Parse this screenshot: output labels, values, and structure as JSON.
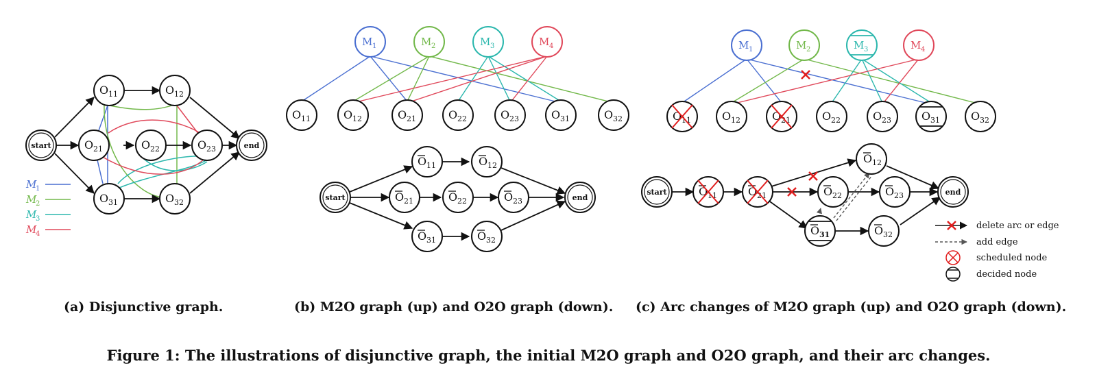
{
  "colors": {
    "m1": "#4a6fd1",
    "m2": "#72b84a",
    "m3": "#2bb7ad",
    "m4": "#e0485a",
    "cross": "#e11d1d",
    "ink": "#111111"
  },
  "panel_a": {
    "nodes": {
      "start": "start",
      "end": "end",
      "o11": "11",
      "o12": "12",
      "o21": "21",
      "o22": "22",
      "o23": "23",
      "o31": "31",
      "o32": "32"
    },
    "legend": [
      {
        "sub": "1",
        "color_key": "m1"
      },
      {
        "sub": "2",
        "color_key": "m2"
      },
      {
        "sub": "3",
        "color_key": "m3"
      },
      {
        "sub": "4",
        "color_key": "m4"
      }
    ]
  },
  "panel_b": {
    "machines": [
      "1",
      "2",
      "3",
      "4"
    ],
    "operations": [
      "11",
      "12",
      "21",
      "22",
      "23",
      "31",
      "32"
    ],
    "o2o": {
      "start": "start",
      "end": "end",
      "o11": "11",
      "o12": "12",
      "o21": "21",
      "o22": "22",
      "o23": "23",
      "o31": "31",
      "o32": "32"
    }
  },
  "panel_c": {
    "machines": [
      "1",
      "2",
      "3",
      "4"
    ],
    "operations": [
      "11",
      "12",
      "21",
      "22",
      "23",
      "31",
      "32"
    ],
    "o2o": {
      "start": "start",
      "end": "end",
      "o11": "11",
      "o12": "12",
      "o21": "21",
      "o22": "22",
      "o23": "23",
      "o31": "31",
      "o32": "32"
    },
    "legend": {
      "delete": "delete arc or edge",
      "add": "add edge",
      "scheduled": "scheduled node",
      "decided": "decided node"
    }
  },
  "captions": {
    "a": "(a) Disjunctive graph.",
    "b": "(b) M2O graph (up) and O2O graph (down).",
    "c": "(c) Arc changes of M2O graph (up) and O2O graph (down).",
    "figure": "Figure 1: The illustrations of disjunctive graph, the initial M2O graph and O2O graph, and their arc changes."
  }
}
